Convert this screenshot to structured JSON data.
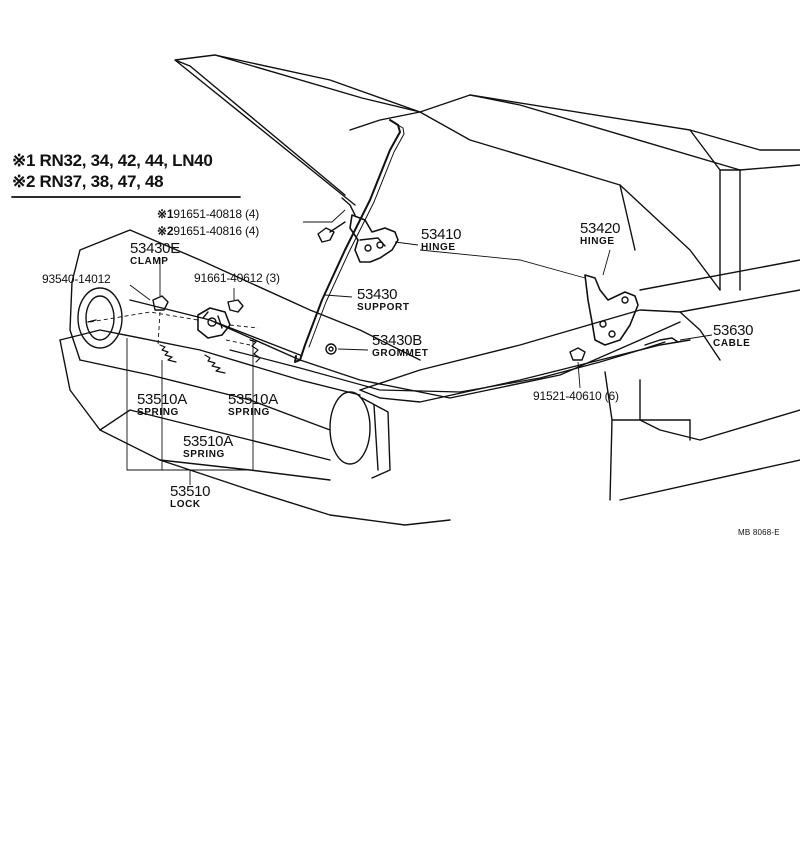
{
  "legend": {
    "line1": {
      "mark": "※1",
      "text": "RN32, 34, 42, 44, LN40"
    },
    "line2": {
      "mark": "※2",
      "text": "RN37, 38, 47, 48"
    }
  },
  "bolts": {
    "b1": {
      "mark": "※1",
      "text": "91651-40818 (4)"
    },
    "b2": {
      "mark": "※2",
      "text": "91651-40816 (4)"
    }
  },
  "parts": {
    "clamp": {
      "number": "53430E",
      "name": "CLAMP"
    },
    "screw": {
      "number": "93540-14012"
    },
    "bolt_3": {
      "number": "91661-40612 (3)"
    },
    "hinge_left": {
      "number": "53410",
      "name": "HINGE"
    },
    "hinge_right": {
      "number": "53420",
      "name": "HINGE"
    },
    "support": {
      "number": "53430",
      "name": "SUPPORT"
    },
    "grommet": {
      "number": "53430B",
      "name": "GROMMET"
    },
    "cable": {
      "number": "53630",
      "name": "CABLE"
    },
    "bolt_6": {
      "number": "91521-40610 (6)"
    },
    "spring_a": {
      "number": "53510A",
      "name": "SPRING"
    },
    "spring_b": {
      "number": "53510A",
      "name": "SPRING"
    },
    "spring_c": {
      "number": "53510A",
      "name": "SPRING"
    },
    "lock": {
      "number": "53510",
      "name": "LOCK"
    }
  },
  "reference_code": "MB  8068-E"
}
